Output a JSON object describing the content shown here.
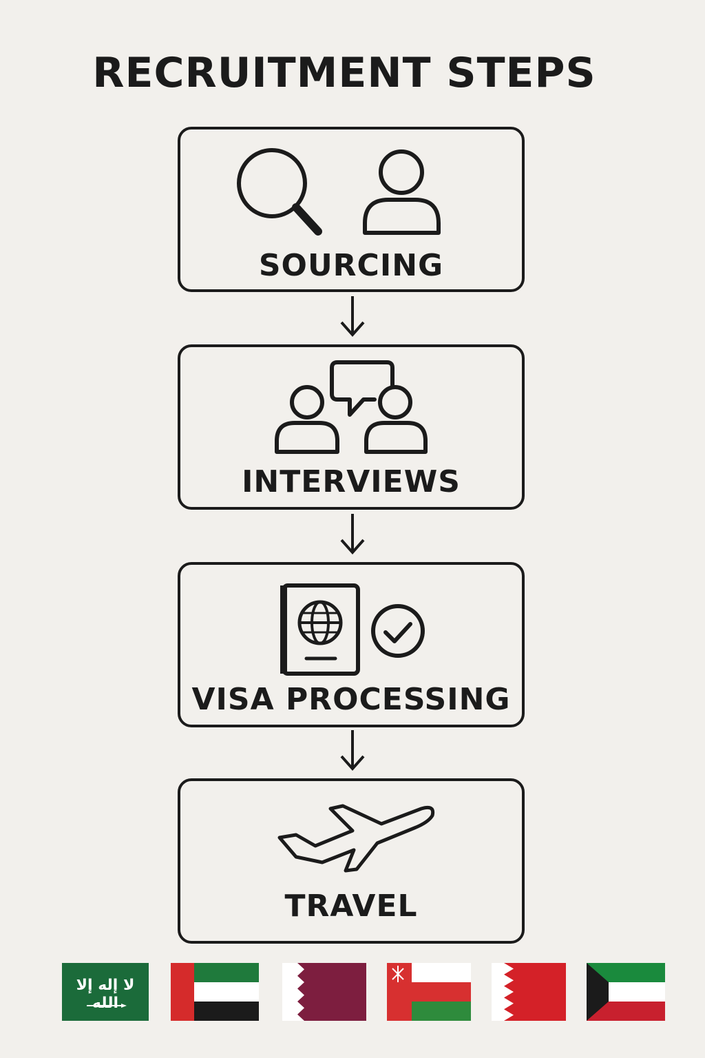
{
  "title": "RECRUITMENT STEPS",
  "steps": [
    {
      "label": "SOURCING",
      "icons": [
        "search-icon",
        "user-icon"
      ]
    },
    {
      "label": "INTERVIEWS",
      "icons": [
        "two-people-icon",
        "chat-bubble-icon"
      ]
    },
    {
      "label": "VISA PROCESSING",
      "icons": [
        "passport-icon",
        "check-circle-icon"
      ]
    },
    {
      "label": "TRAVEL",
      "icons": [
        "airplane-icon"
      ]
    }
  ],
  "flags": [
    {
      "country": "saudi-arabia",
      "text": "ﻻ إله إلا الله"
    },
    {
      "country": "uae"
    },
    {
      "country": "qatar"
    },
    {
      "country": "oman"
    },
    {
      "country": "bahrain"
    },
    {
      "country": "kuwait"
    }
  ],
  "colors": {
    "background": "#f2f0ec",
    "stroke": "#1b1b1b",
    "saudi_green": "#1b6b3a",
    "uae_red": "#d52b2b",
    "uae_green": "#1f7a3c",
    "qatar_maroon": "#7d1e3f",
    "oman_red": "#d73030",
    "oman_green": "#2e8b3c",
    "bahrain_red": "#d42128",
    "kuwait_green": "#1a8a3d",
    "kuwait_red": "#c8202e"
  }
}
